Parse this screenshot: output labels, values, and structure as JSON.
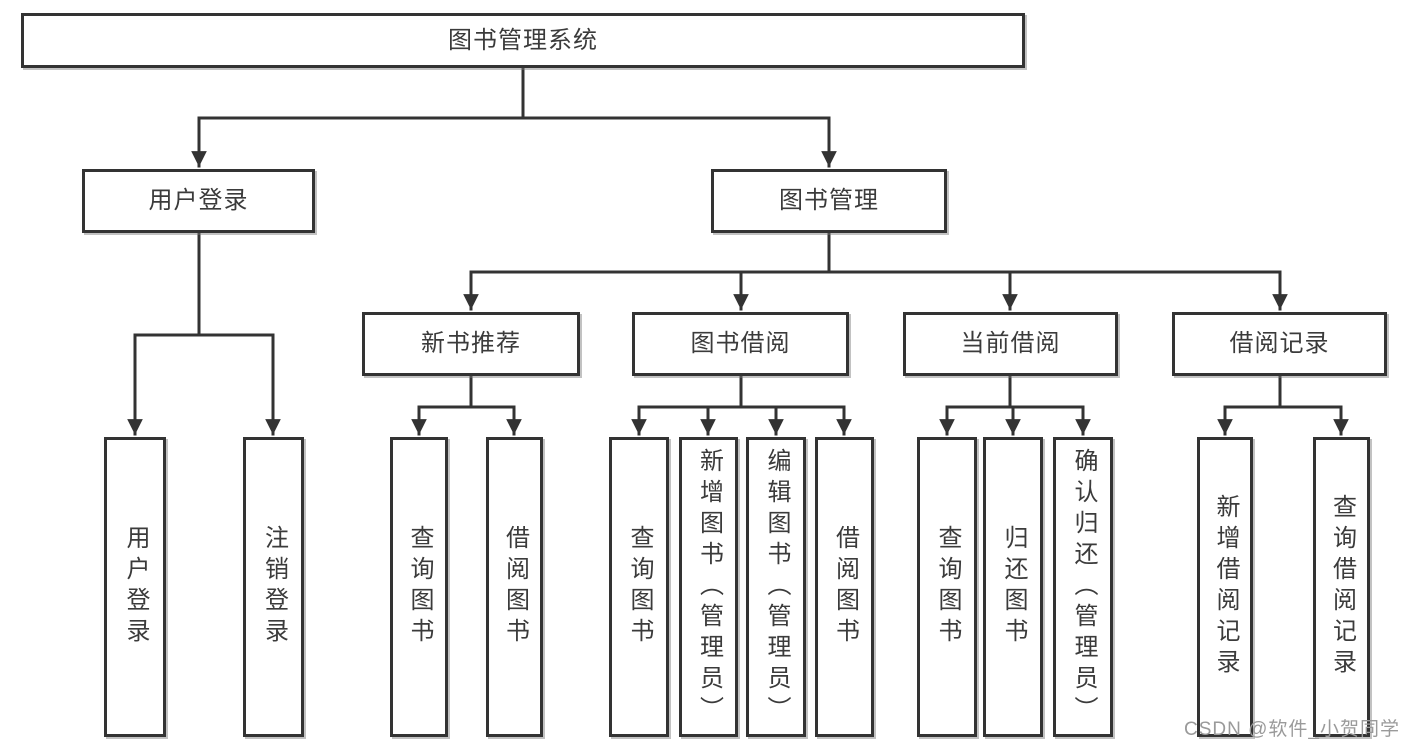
{
  "diagram": {
    "type": "hierarchy",
    "colors": {
      "line": "#333333",
      "box_border": "#333333",
      "box_background": "#ffffff",
      "text": "#3b3b3b",
      "watermark": "#9a9a9a"
    },
    "tree": {
      "label": "图书管理系统",
      "children": [
        {
          "label": "用户登录",
          "children": [
            {
              "label": "用户登录"
            },
            {
              "label": "注销登录"
            }
          ]
        },
        {
          "label": "图书管理",
          "children": [
            {
              "label": "新书推荐",
              "children": [
                {
                  "label": "查询图书"
                },
                {
                  "label": "借阅图书"
                }
              ]
            },
            {
              "label": "图书借阅",
              "children": [
                {
                  "label": "查询图书"
                },
                {
                  "label": "新增图书（管理员）"
                },
                {
                  "label": "编辑图书（管理员）"
                },
                {
                  "label": "借阅图书"
                }
              ]
            },
            {
              "label": "当前借阅",
              "children": [
                {
                  "label": "查询图书"
                },
                {
                  "label": "归还图书"
                },
                {
                  "label": "确认归还（管理员）"
                }
              ]
            },
            {
              "label": "借阅记录",
              "children": [
                {
                  "label": "新增借阅记录"
                },
                {
                  "label": "查询借阅记录"
                }
              ]
            }
          ]
        }
      ]
    },
    "watermark": {
      "text": "CSDN @软件_小贺同学"
    }
  }
}
